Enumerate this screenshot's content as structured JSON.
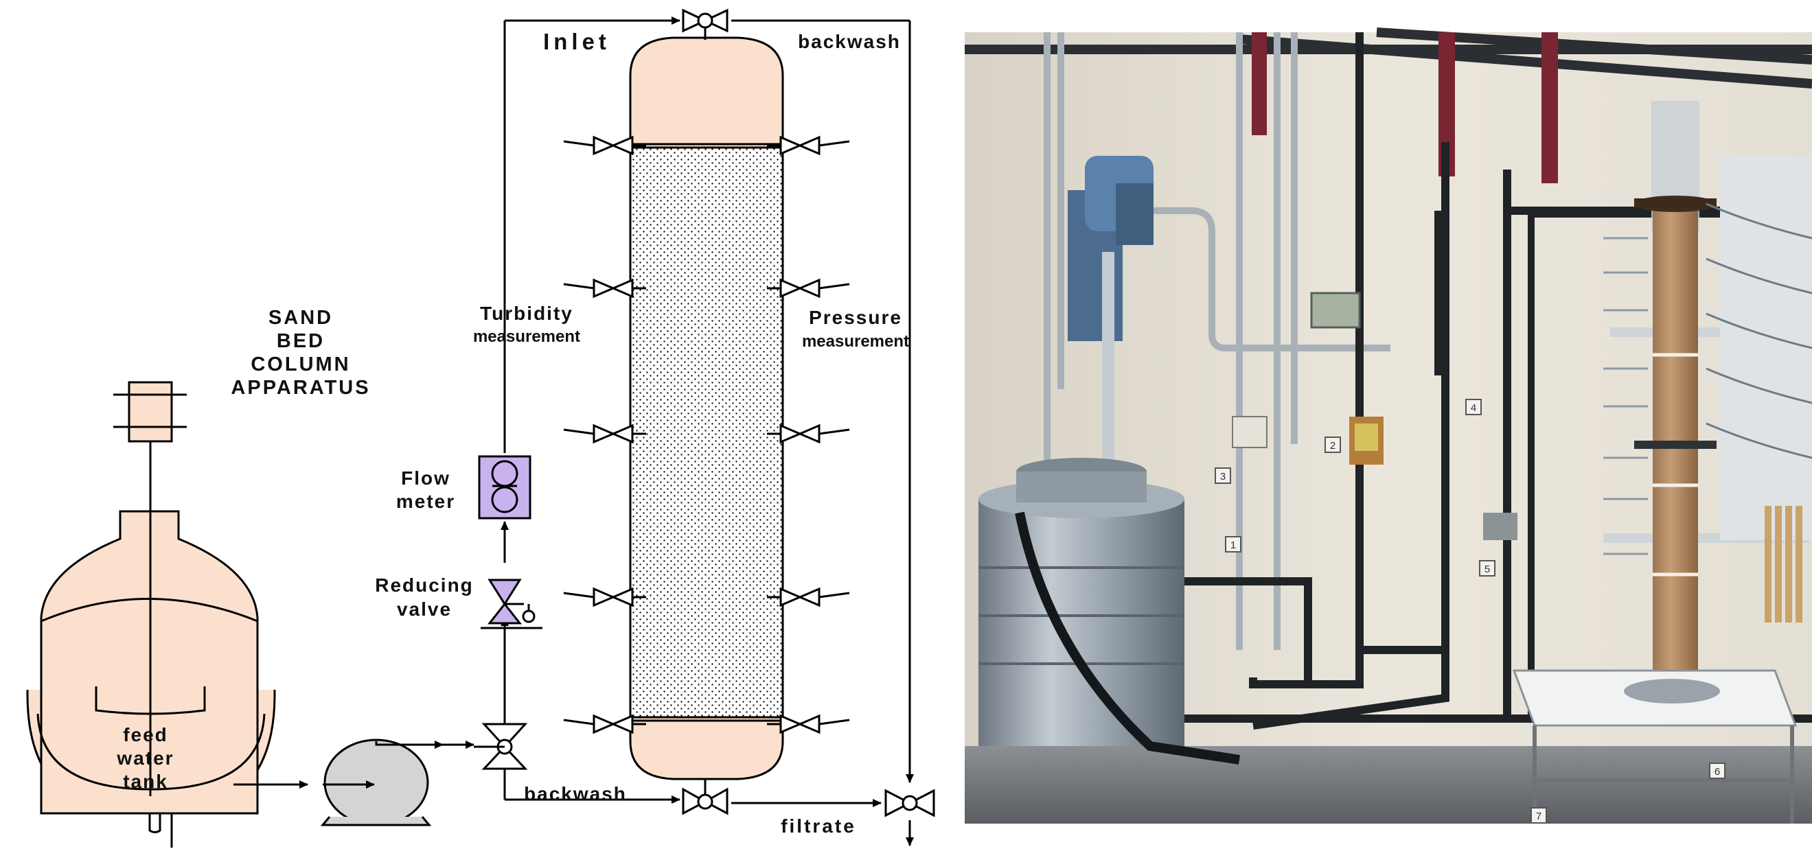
{
  "labels": {
    "inlet": "Inlet",
    "backwash_top": "backwash",
    "title_line1": "SAND",
    "title_line2": "BED",
    "title_line3": "COLUMN",
    "title_line4": "APPARATUS",
    "turbidity_line1": "Turbidity",
    "turbidity_line2": "measurement",
    "pressure_line1": "Pressure",
    "pressure_line2": "measurement",
    "flow_line1": "Flow",
    "flow_line2": "meter",
    "reducing_line1": "Reducing",
    "reducing_line2": "valve",
    "tank_line1": "feed",
    "tank_line2": "water",
    "tank_line3": "tank",
    "backwash_bottom": "backwash",
    "filtrate": "filtrate"
  },
  "colors": {
    "vessel_fill": "#fbe1cd",
    "flow_meter_fill": "#c9b3ee",
    "pump_fill": "#d4d4d4",
    "line": "#000000"
  },
  "photo_tags": [
    "1",
    "2",
    "3",
    "4",
    "5",
    "6",
    "7"
  ]
}
